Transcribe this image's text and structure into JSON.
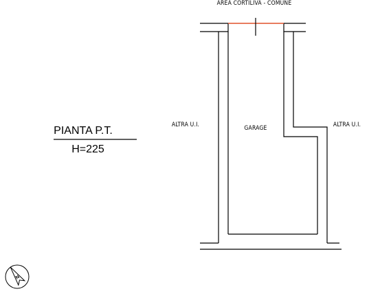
{
  "drawing": {
    "top_label": "AREA CORTILIVA - COMUNE",
    "left_label": "ALTRA U.I.",
    "center_label": "GARAGE",
    "right_label": "ALTRA U.I.",
    "title": "PIANTA P.T.",
    "subtitle": "H=225",
    "north_letter": "N"
  },
  "colors": {
    "walls": "#000000",
    "opening": "#e0502a",
    "background": "#ffffff"
  }
}
